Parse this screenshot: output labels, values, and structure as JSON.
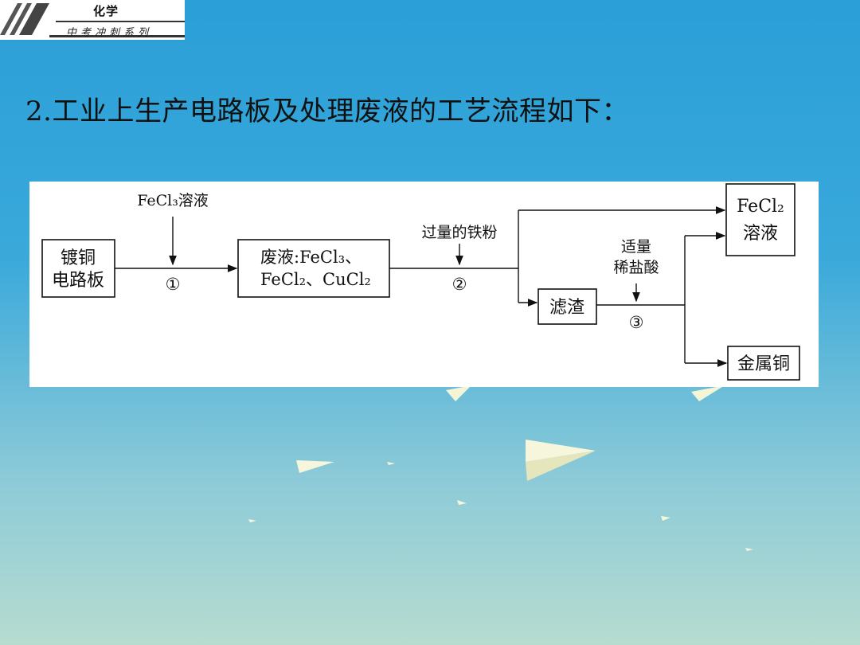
{
  "header": {
    "subject": "化学",
    "series": "中考冲刺系列"
  },
  "question": {
    "text": "2.工业上生产电路板及处理废液的工艺流程如下："
  },
  "diagram": {
    "boxes": {
      "circuit_line1": "镀铜",
      "circuit_line2": "电路板",
      "waste_line1": "废液:FeCl₃、",
      "waste_line2": "FeCl₂、CuCl₂",
      "residue": "滤渣",
      "fecl2_line1": "FeCl₂",
      "fecl2_line2": "溶液",
      "copper": "金属铜"
    },
    "reagents": {
      "fecl3": "FeCl₃溶液",
      "iron": "过量的铁粉",
      "acid_line1": "适量",
      "acid_line2": "稀盐酸"
    },
    "steps": [
      "①",
      "②",
      "③"
    ]
  },
  "decor": {
    "icon": "paper-plane-icon",
    "plane_color": "#f3f3d0"
  }
}
